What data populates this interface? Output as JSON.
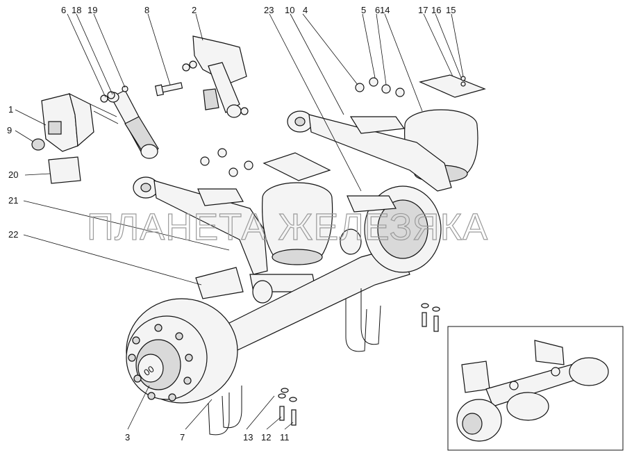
{
  "callouts": [
    {
      "id": "c6a",
      "text": "6"
    },
    {
      "id": "c18",
      "text": "18"
    },
    {
      "id": "c19",
      "text": "19"
    },
    {
      "id": "c8",
      "text": "8"
    },
    {
      "id": "c2",
      "text": "2"
    },
    {
      "id": "c23",
      "text": "23"
    },
    {
      "id": "c10",
      "text": "10"
    },
    {
      "id": "c4",
      "text": "4"
    },
    {
      "id": "c5",
      "text": "5"
    },
    {
      "id": "c6b",
      "text": "6"
    },
    {
      "id": "c14",
      "text": "14"
    },
    {
      "id": "c17",
      "text": "17"
    },
    {
      "id": "c16",
      "text": "16"
    },
    {
      "id": "c15",
      "text": "15"
    },
    {
      "id": "c1",
      "text": "1"
    },
    {
      "id": "c9",
      "text": "9"
    },
    {
      "id": "c20",
      "text": "20"
    },
    {
      "id": "c21",
      "text": "21"
    },
    {
      "id": "c22",
      "text": "22"
    },
    {
      "id": "c3",
      "text": "3"
    },
    {
      "id": "c7",
      "text": "7"
    },
    {
      "id": "c13",
      "text": "13"
    },
    {
      "id": "c12",
      "text": "12"
    },
    {
      "id": "c11",
      "text": "11"
    }
  ],
  "watermark": "ПЛАНЕТА ЖЕЛЕЗЯКА",
  "hub_marking": "00"
}
